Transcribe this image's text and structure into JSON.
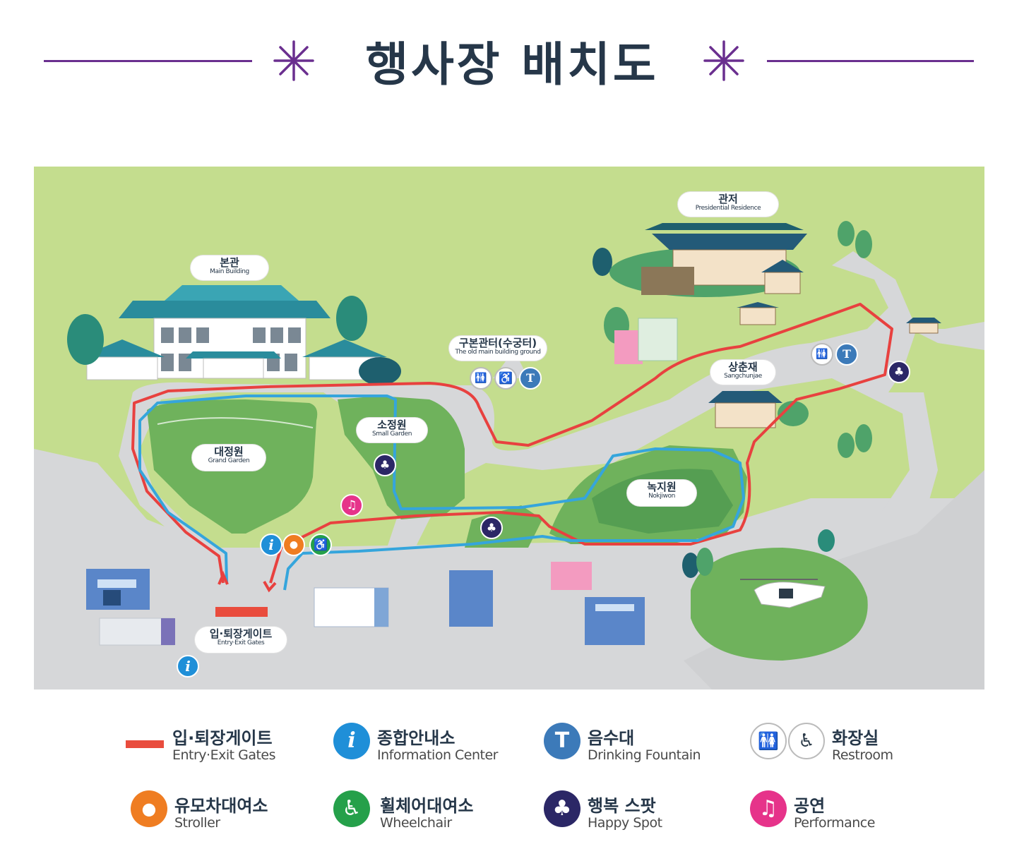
{
  "title": "행사장 배치도",
  "colors": {
    "title_line": "#6a2f8f",
    "entry_gate": "#e94c3d",
    "info": "#1f8fd8",
    "fountain": "#3c7ab9",
    "stroller": "#ef7d22",
    "wheelchair": "#25a04a",
    "happy_spot": "#2b2766",
    "performance": "#e6338a",
    "route_red": "#e8413f",
    "route_blue": "#35a5dc",
    "map_green_light": "#c4dd8e",
    "map_green_dark": "#6fb25c",
    "road_gray": "#d6d7d9"
  },
  "map": {
    "labels": {
      "main_building": {
        "ko": "본관",
        "en": "Main Building"
      },
      "residence": {
        "ko": "관저",
        "en": "Presidential Residence"
      },
      "old_main": {
        "ko": "구본관터(수궁터)",
        "en": "The old main building ground"
      },
      "sangchunjae": {
        "ko": "상춘재",
        "en": "Sangchunjae"
      },
      "small_garden": {
        "ko": "소정원",
        "en": "Small Garden"
      },
      "grand_garden": {
        "ko": "대정원",
        "en": "Grand Garden"
      },
      "nokjiwon": {
        "ko": "녹지원",
        "en": "Nokjiwon"
      },
      "gate": {
        "ko": "입·퇴장게이트",
        "en": "Entry·Exit Gates"
      }
    },
    "icons": [
      {
        "type": "info",
        "name": "info-icon"
      },
      {
        "type": "stroller",
        "name": "stroller-icon"
      },
      {
        "type": "wheelchair",
        "name": "wheelchair-icon"
      },
      {
        "type": "performance",
        "name": "music-note-icon"
      },
      {
        "type": "happy_spot",
        "name": "clover-icon"
      }
    ]
  },
  "legend": [
    {
      "icon": "entry-gate-bar-icon",
      "ko": "입·퇴장게이트",
      "en": "Entry·Exit Gates"
    },
    {
      "icon": "info-icon",
      "ko": "종합안내소",
      "en": "Information Center"
    },
    {
      "icon": "drinking-fountain-icon",
      "ko": "음수대",
      "en": "Drinking Fountain"
    },
    {
      "icon": "restroom-icon",
      "ko": "화장실",
      "en": "Restroom"
    },
    {
      "icon": "stroller-icon",
      "ko": "유모차대여소",
      "en": "Stroller"
    },
    {
      "icon": "wheelchair-icon",
      "ko": "휠체어대여소",
      "en": "Wheelchair"
    },
    {
      "icon": "clover-icon",
      "ko": "행복 스팟",
      "en": "Happy Spot"
    },
    {
      "icon": "music-note-icon",
      "ko": "공연",
      "en": "Performance"
    }
  ]
}
